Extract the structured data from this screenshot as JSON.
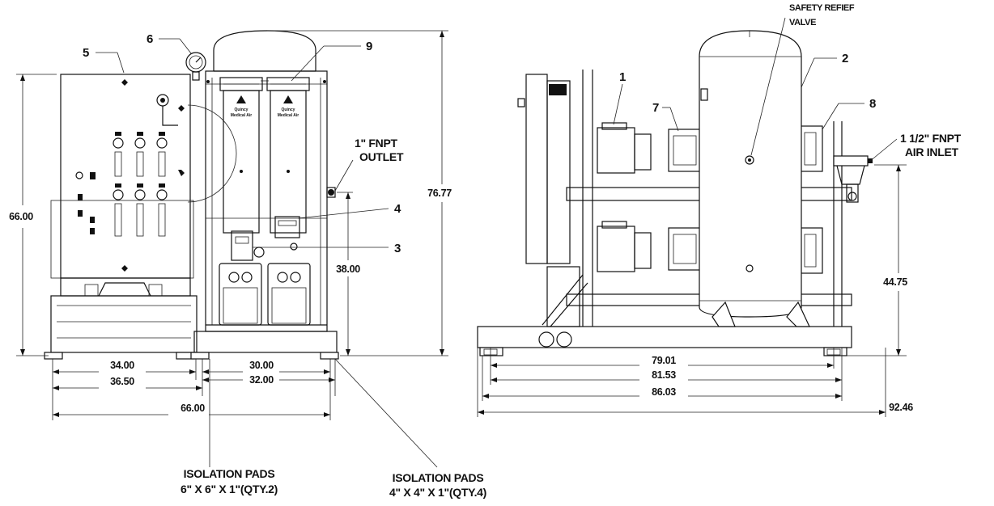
{
  "front_view": {
    "callouts": {
      "panel": "5",
      "gauge": "6",
      "filters": "9",
      "item4": "4",
      "item3": "3"
    },
    "outlet_label": [
      "1\" FNPT",
      "OUTLET"
    ],
    "dims": {
      "height_left": "66.00",
      "height_total": "76.77",
      "outlet_height": "38.00",
      "w34": "34.00",
      "w36": "36.50",
      "w30": "30.00",
      "w32": "32.00",
      "w66": "66.00"
    },
    "pads_a": [
      "ISOLATION PADS",
      "6\" X 6\" X 1\"(QTY.2)"
    ],
    "pads_b": [
      "ISOLATION PADS",
      "4\" X 4\" X 1\"(QTY.4)"
    ],
    "filter_text": [
      "Quincy",
      "Medical Air"
    ]
  },
  "side_view": {
    "callouts": {
      "item1": "1",
      "item7": "7",
      "item2": "2",
      "item8": "8"
    },
    "relief_label": [
      "SAFETY REFIEF",
      "VALVE"
    ],
    "inlet_label": [
      "1 1/2\" FNPT",
      "AIR INLET"
    ],
    "dims": {
      "inlet_height": "44.75",
      "l79": "79.01",
      "l81": "81.53",
      "l86": "86.03",
      "l92": "92.46"
    }
  }
}
